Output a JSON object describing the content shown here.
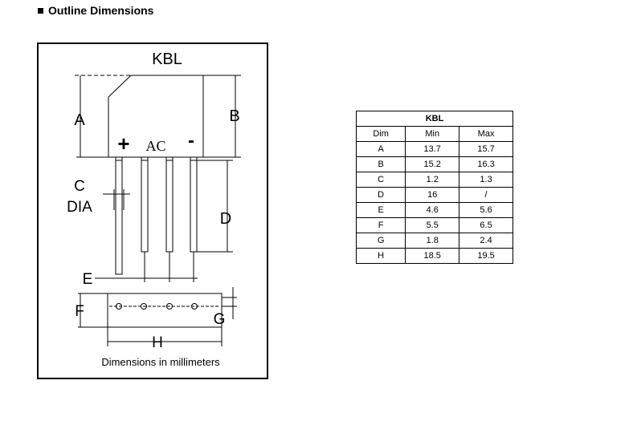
{
  "heading": "Outline Dimensions",
  "drawing": {
    "package_name": "KBL",
    "labels": {
      "A": "A",
      "B": "B",
      "C": "C",
      "DIA": "DIA",
      "D": "D",
      "E": "E",
      "F": "F",
      "G": "G",
      "H": "H",
      "plus": "+",
      "ac": "AC",
      "minus": "-"
    },
    "caption": "Dimensions in millimeters"
  },
  "table": {
    "title": "KBL",
    "columns": [
      "Dim",
      "Min",
      "Max"
    ],
    "rows": [
      [
        "A",
        "13.7",
        "15.7"
      ],
      [
        "B",
        "15.2",
        "16.3"
      ],
      [
        "C",
        "1.2",
        "1.3"
      ],
      [
        "D",
        "16",
        "/"
      ],
      [
        "E",
        "4.6",
        "5.6"
      ],
      [
        "F",
        "5.5",
        "6.5"
      ],
      [
        "G",
        "1.8",
        "2.4"
      ],
      [
        "H",
        "18.5",
        "19.5"
      ]
    ]
  }
}
